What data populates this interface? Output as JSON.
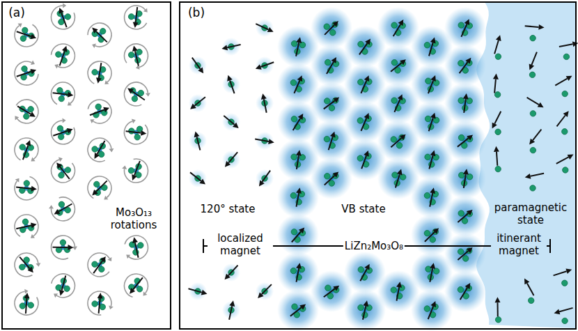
{
  "diagram": {
    "nodes": [
      {
        "text": [
          "(a)",
          "Mo₃O₁₃ rotations"
        ]
      },
      {
        "text": [
          "(b)",
          "120° state",
          "VB state",
          "paramagnetic state",
          "localized magnet",
          "LiZn₂Mo₃O₈",
          "itinerant magnet"
        ]
      }
    ]
  }
}
